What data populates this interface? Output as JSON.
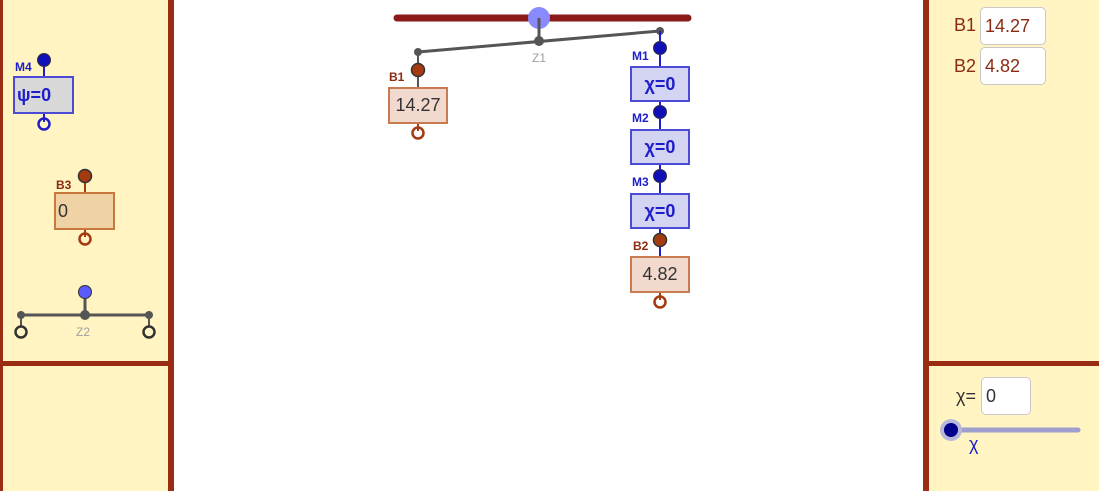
{
  "balance": {
    "pivot_label": "Z1",
    "left_block": {
      "label": "B1",
      "value": "14.27"
    },
    "right_stack": [
      {
        "label": "M1",
        "value": "χ=0"
      },
      {
        "label": "M2",
        "value": "χ=0"
      },
      {
        "label": "M3",
        "value": "χ=0"
      },
      {
        "label": "B2",
        "value": "4.82"
      }
    ]
  },
  "toolbox": {
    "m4": {
      "label": "M4",
      "value": "ψ=0"
    },
    "b3": {
      "label": "B3",
      "value": "0"
    },
    "z2_label": "Z2"
  },
  "inputs": {
    "b1_label": "B1",
    "b1_value": "14.27",
    "b2_label": "B2",
    "b2_value": "4.82"
  },
  "slider": {
    "equation_label": "χ=",
    "value": "0",
    "variable_label": "χ",
    "position_fraction": 0
  },
  "colors": {
    "beam": "#8b1a1a",
    "mystery_blue": "#1e1ec8",
    "block_brown": "#8b2a10",
    "panel": "#fff4c2"
  }
}
